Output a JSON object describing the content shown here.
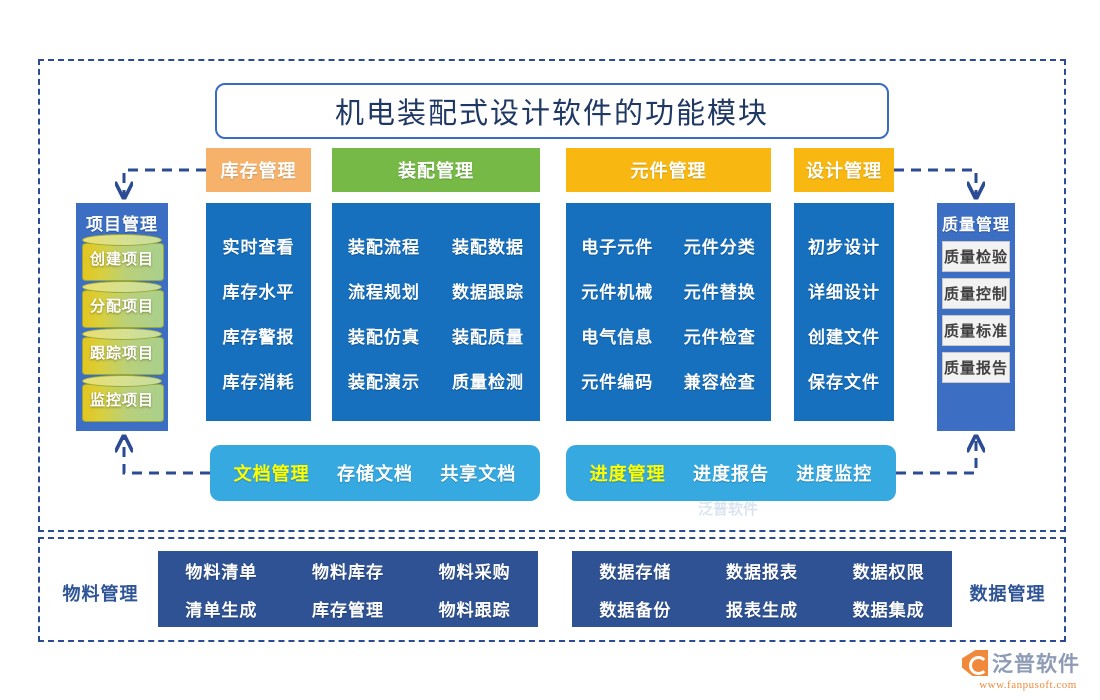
{
  "title": "机电装配式设计软件的功能模块",
  "categories": [
    {
      "key": "inventory",
      "label": "库存管理",
      "color": "#f6b26b"
    },
    {
      "key": "assembly",
      "label": "装配管理",
      "color": "#76b947"
    },
    {
      "key": "component",
      "label": "元件管理",
      "color": "#f9b811"
    },
    {
      "key": "design",
      "label": "设计管理",
      "color": "#f9b811"
    }
  ],
  "columns": {
    "inventory": {
      "rows": [
        [
          "实时查看"
        ],
        [
          "库存水平"
        ],
        [
          "库存警报"
        ],
        [
          "库存消耗"
        ]
      ]
    },
    "assembly": {
      "rows": [
        [
          "装配流程",
          "装配数据"
        ],
        [
          "流程规划",
          "数据跟踪"
        ],
        [
          "装配仿真",
          "装配质量"
        ],
        [
          "装配演示",
          "质量检测"
        ]
      ]
    },
    "component": {
      "rows": [
        [
          "电子元件",
          "元件分类"
        ],
        [
          "元件机械",
          "元件替换"
        ],
        [
          "电气信息",
          "元件检查"
        ],
        [
          "元件编码",
          "兼容检查"
        ]
      ]
    },
    "design": {
      "rows": [
        [
          "初步设计"
        ],
        [
          "详细设计"
        ],
        [
          "创建文件"
        ],
        [
          "保存文件"
        ]
      ]
    }
  },
  "project": {
    "title": "项目管理",
    "items": [
      "创建项目",
      "分配项目",
      "跟踪项目",
      "监控项目"
    ],
    "color": "#3c6fc4"
  },
  "quality": {
    "title": "质量管理",
    "items": [
      "质量检验",
      "质量控制",
      "质量标准",
      "质量报告"
    ],
    "color": "#3c6fc4"
  },
  "document_bar": {
    "head": "文档管理",
    "items": [
      "存储文档",
      "共享文档"
    ],
    "color": "#36a9e1",
    "head_color": "#ffff00"
  },
  "progress_bar": {
    "head": "进度管理",
    "items": [
      "进度报告",
      "进度监控"
    ],
    "color": "#36a9e1",
    "head_color": "#ffff00"
  },
  "material": {
    "label": "物料管理",
    "rows": [
      [
        "物料清单",
        "物料库存",
        "物料采购"
      ],
      [
        "清单生成",
        "库存管理",
        "物料跟踪"
      ]
    ],
    "color": "#2e5293"
  },
  "data_mgmt": {
    "label": "数据管理",
    "rows": [
      [
        "数据存储",
        "数据报表",
        "数据权限"
      ],
      [
        "数据备份",
        "报表生成",
        "数据集成"
      ]
    ],
    "color": "#2e5293"
  },
  "watermark": "泛普软件",
  "logo": {
    "name": "泛普软件",
    "url": "www.fanpusoft.com"
  }
}
